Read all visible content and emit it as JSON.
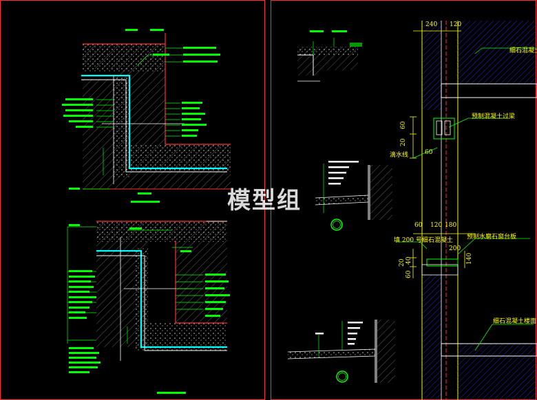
{
  "watermark": "模型组",
  "labels": {
    "fine_concrete_top": "细石混凝土柱",
    "precast_lintel": "预制混凝土过梁",
    "drip_line": "滴水线",
    "fine_concrete_fill": "填 200 号细石混凝土",
    "precast_sill": "预制水磨石窗台板",
    "fine_concrete_floor": "细石混凝土楼面"
  },
  "dims": {
    "top_240": "240",
    "top_120": "120",
    "d60": "60",
    "d20": "20",
    "d60b": "60",
    "mid_60": "60",
    "mid_120": "120",
    "mid_180": "180",
    "d200": "200",
    "d140": "140",
    "d20b": "20",
    "d40": "40",
    "d60c": "60"
  },
  "colors": {
    "background": "#000000",
    "cad_yellow": "#ffff00",
    "cad_white": "#ffffff",
    "cad_red": "#ff3030",
    "cad_green": "#00ff00",
    "cad_cyan": "#00ffff",
    "cad_blue": "#2a2aff"
  }
}
